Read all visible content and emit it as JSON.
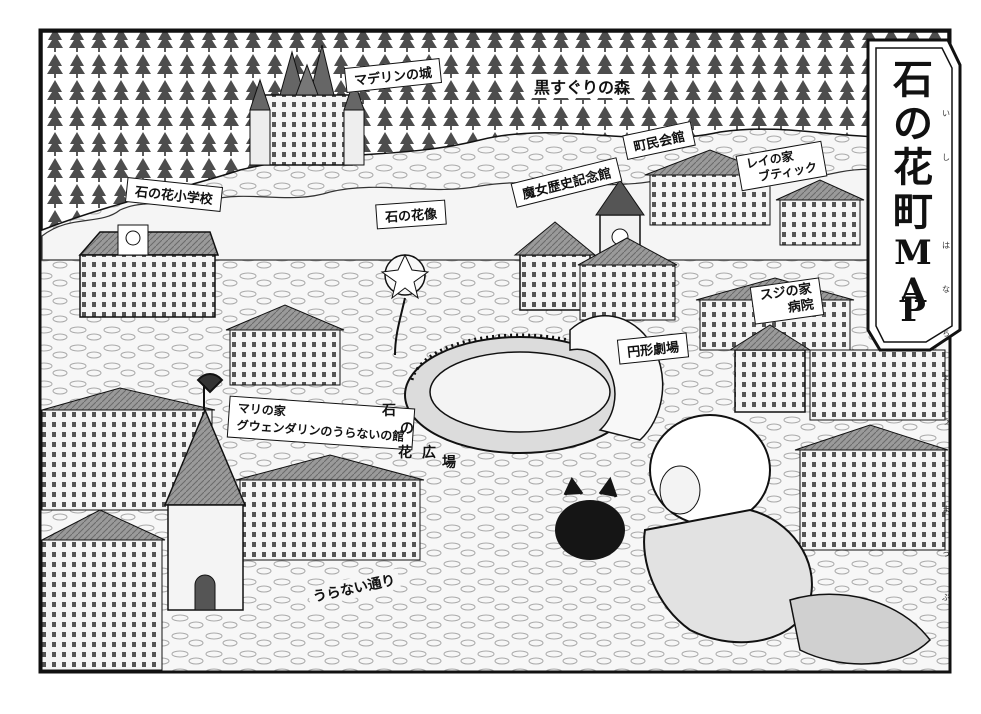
{
  "map": {
    "title": "石の花町MAP",
    "title_parts": [
      "石",
      "の",
      "花",
      "町",
      "M",
      "A",
      "P"
    ],
    "title_furigana": [
      "いし",
      "はな",
      "ちょう",
      "まっぷ"
    ],
    "colors": {
      "ink": "#111111",
      "paper": "#ffffff",
      "forest": "#5a5a5a",
      "roof": "#8c8c8c",
      "ground": "#e6e6e6"
    }
  },
  "labels": {
    "castle": "マデリンの城",
    "forest": "黒すぐりの森",
    "school": "石の花小学校",
    "statue": "石の花像",
    "museum": "魔女歴史記念館",
    "townhall": "町民会館",
    "rei_house_line1": "レイの家",
    "rei_house_line2": "ブティック",
    "suji_house_line1": "スジの家",
    "suji_house_line2": "病院",
    "theater": "円形劇場",
    "mari_house_line1": "マリの家",
    "mari_house_line2": "グウェンダリンのうらないの館",
    "plaza": [
      "石",
      "の",
      "花",
      "広",
      "場"
    ],
    "street": "うらない通り"
  }
}
